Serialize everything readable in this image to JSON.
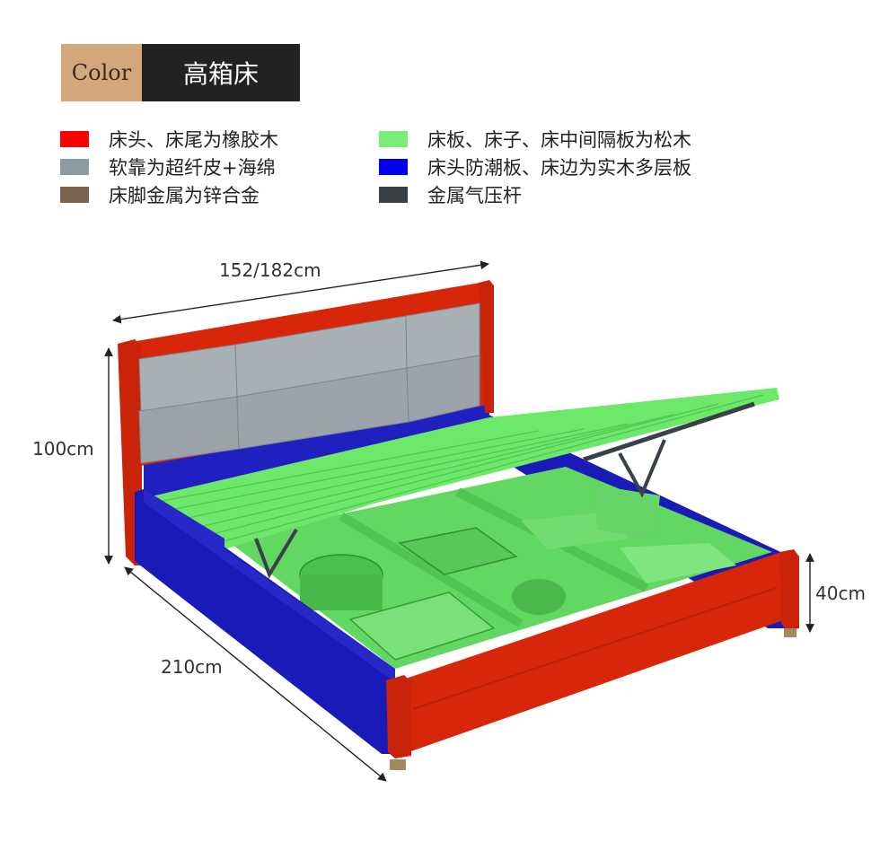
{
  "tag": {
    "color_label": "Color",
    "name": "高箱床"
  },
  "legend": [
    {
      "label": "床头、床尾为橡胶木",
      "color": "#ff0000"
    },
    {
      "label": "软靠为超纤皮+海绵",
      "color": "#8c9aa4"
    },
    {
      "label": "床脚金属为锌合金",
      "color": "#7a6650"
    },
    {
      "label": "床板、床子、床中间隔板为松木",
      "color": "#78ee78"
    },
    {
      "label": "床头防潮板、床边为实木多层板",
      "color": "#0000ee"
    },
    {
      "label": "金属气压杆",
      "color": "#3a4048"
    }
  ],
  "dimensions": {
    "width": "152/182cm",
    "height": "100cm",
    "length": "210cm",
    "box_height": "40cm"
  },
  "colors": {
    "rubberwood": "#d8260a",
    "leather": "#a8b0b6",
    "pine": "#6ee86a",
    "plywood": "#1a1ab8",
    "rod": "#3a4048",
    "metal": "#a08a60"
  }
}
